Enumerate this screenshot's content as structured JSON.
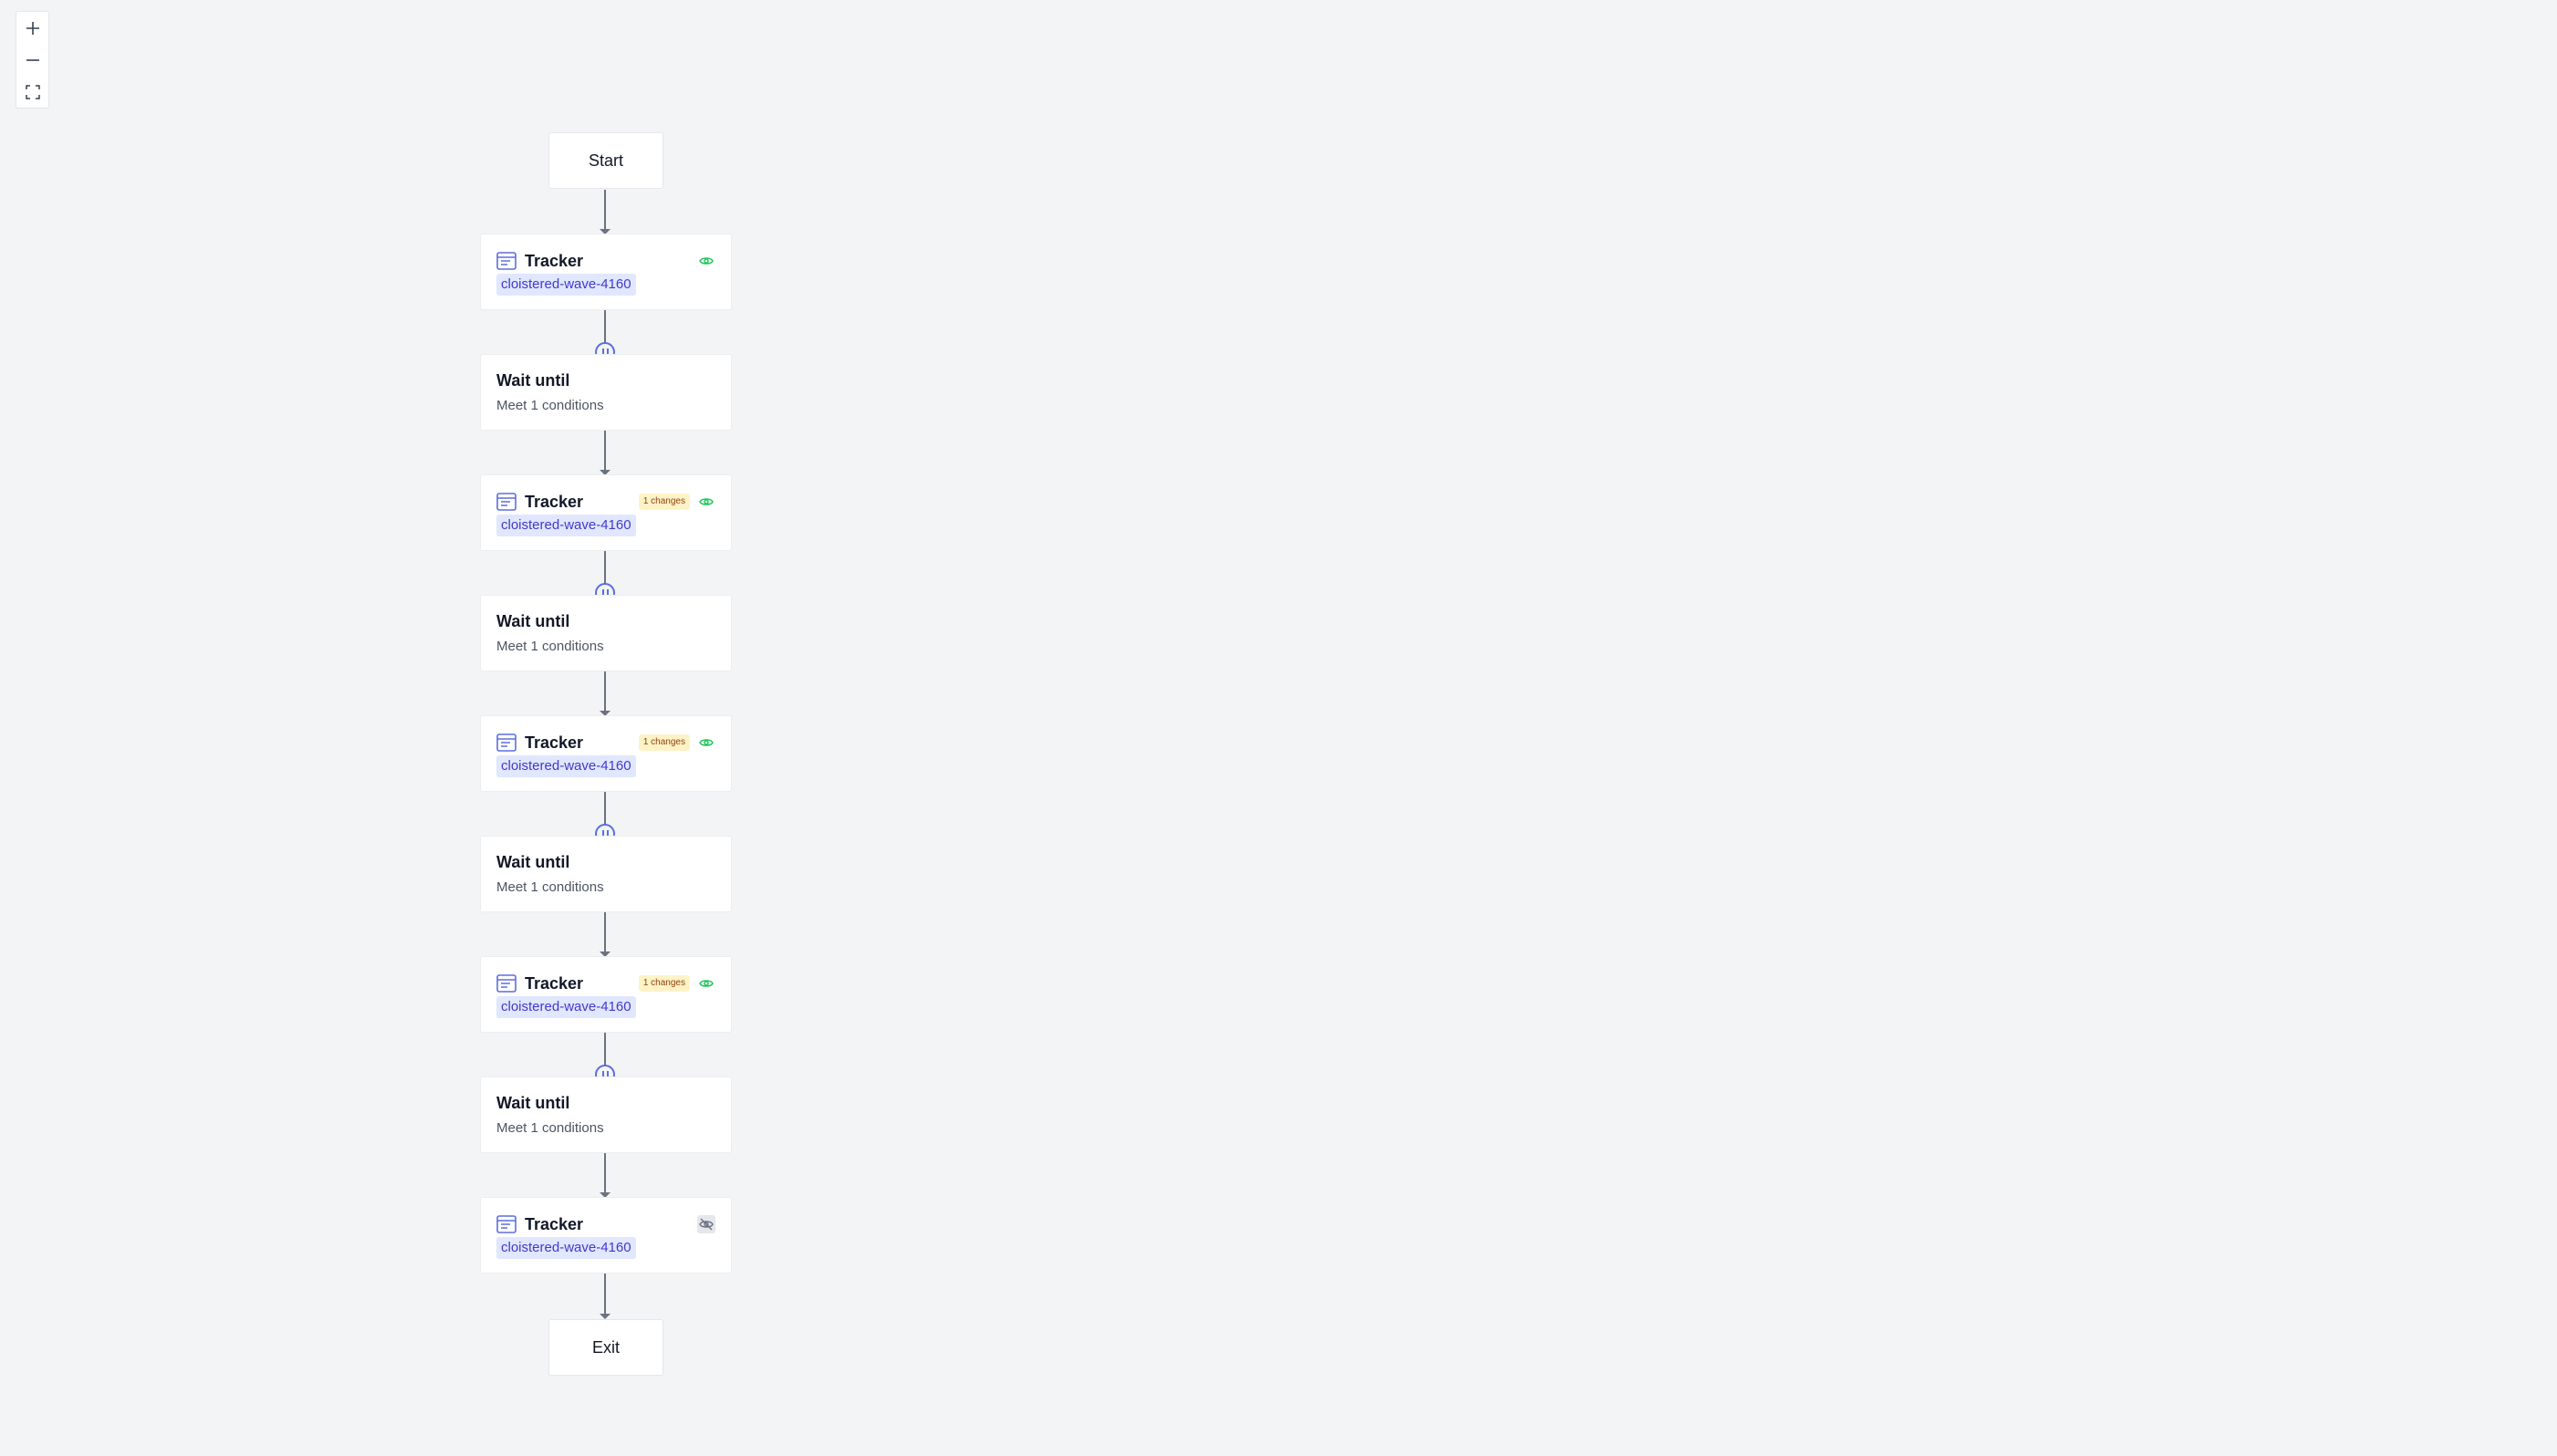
{
  "zoom_controls": {
    "zoom_in_icon": "plus-icon",
    "zoom_out_icon": "minus-icon",
    "fit_icon": "fit-view-icon"
  },
  "flow": {
    "start_label": "Start",
    "exit_label": "Exit",
    "trackers": [
      {
        "title": "Tracker",
        "tag": "cloistered-wave-4160",
        "changes": "",
        "visibility": "visible"
      },
      {
        "title": "Tracker",
        "tag": "cloistered-wave-4160",
        "changes": "1 changes",
        "visibility": "visible"
      },
      {
        "title": "Tracker",
        "tag": "cloistered-wave-4160",
        "changes": "1 changes",
        "visibility": "visible"
      },
      {
        "title": "Tracker",
        "tag": "cloistered-wave-4160",
        "changes": "1 changes",
        "visibility": "visible"
      },
      {
        "title": "Tracker",
        "tag": "cloistered-wave-4160",
        "changes": "",
        "visibility": "hidden"
      }
    ],
    "waits": [
      {
        "title": "Wait until",
        "subtitle": "Meet 1 conditions"
      },
      {
        "title": "Wait until",
        "subtitle": "Meet 1 conditions"
      },
      {
        "title": "Wait until",
        "subtitle": "Meet 1 conditions"
      },
      {
        "title": "Wait until",
        "subtitle": "Meet 1 conditions"
      }
    ]
  },
  "colors": {
    "canvas_bg": "#f3f4f6",
    "accent": "#5b6ee1",
    "tag_bg": "#e0e7ff",
    "tag_text": "#4338ca",
    "badge_bg": "#fef3c7",
    "eye_visible": "#22c55e",
    "connector": "#6b7280"
  }
}
